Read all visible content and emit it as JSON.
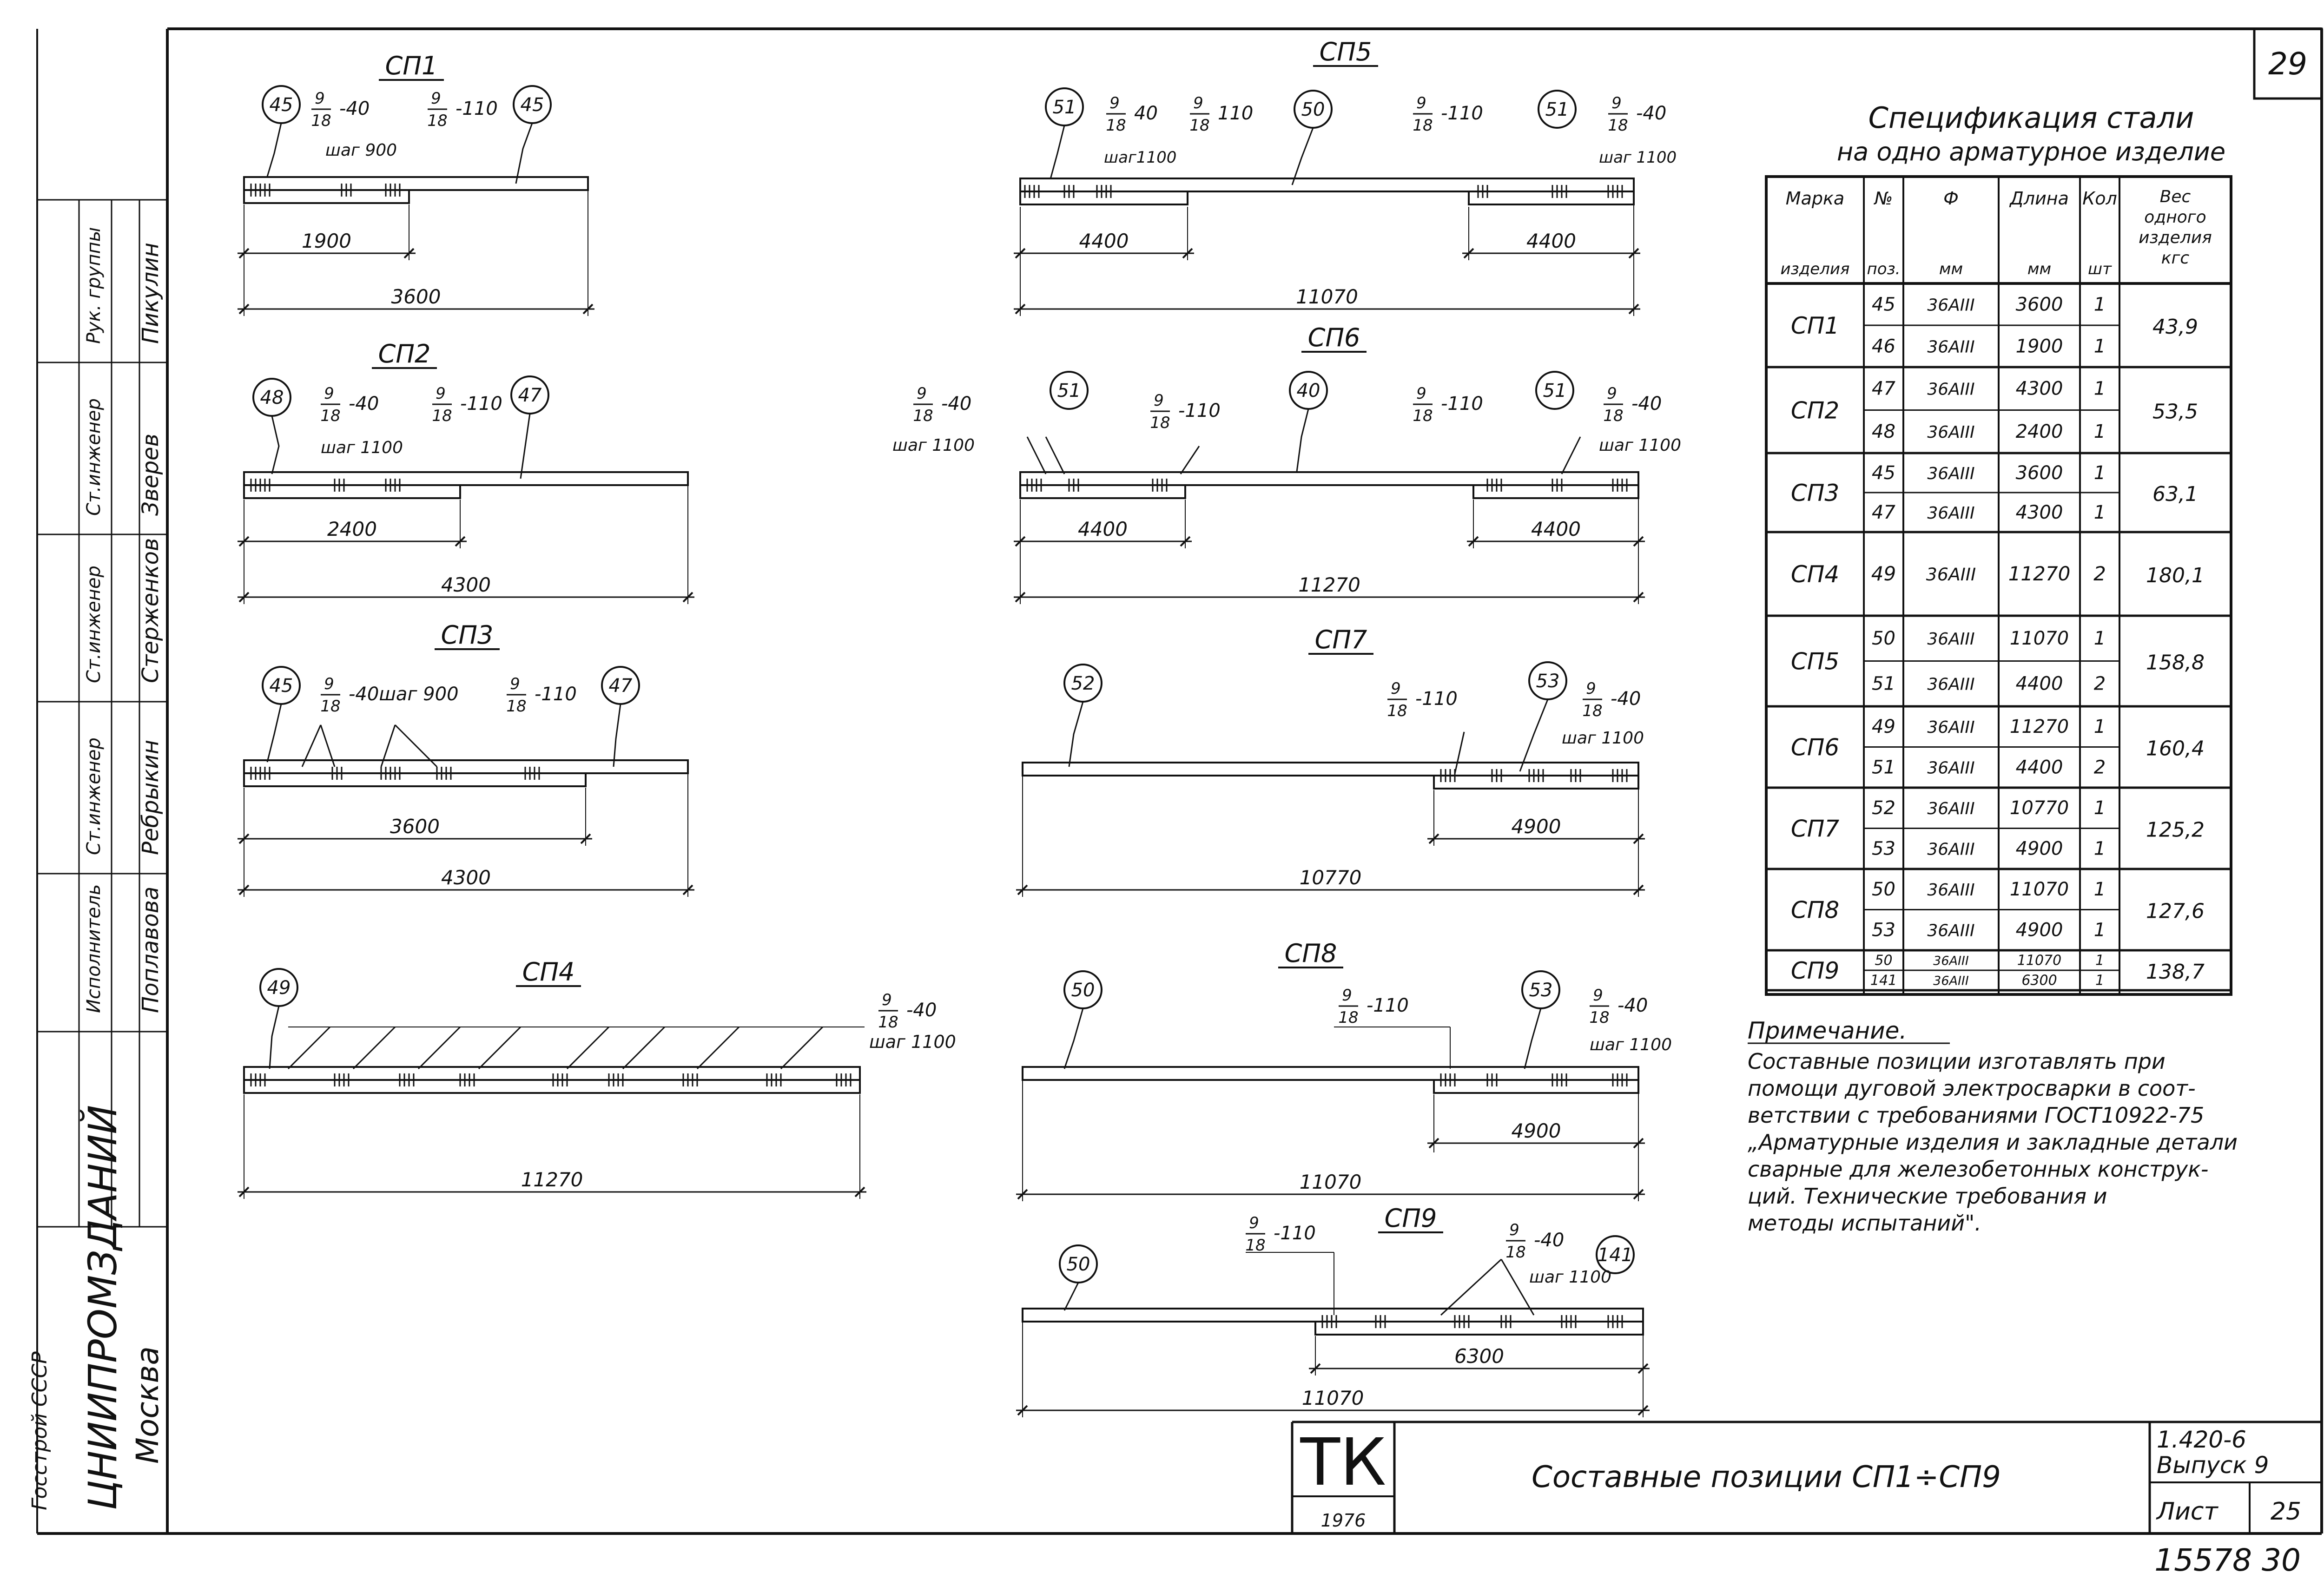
{
  "sheet": {
    "page_number": "29",
    "series": "1.420-6",
    "issue": "Выпуск 9",
    "sheet_label": "Лист",
    "sheet_number": "25",
    "stamp": "ТК",
    "year": "1976",
    "title": "Составные позиции СП1÷СП9",
    "archive_number": "15578 30"
  },
  "left_strip": {
    "org_line1": "ЦНИИПРОМЗДАНИЙ",
    "org_line2": "Москва",
    "roles": [
      "Рук. группы",
      "Ст.инженер",
      "Ст.инженер",
      "Ст.инженер",
      "Исполнитель"
    ],
    "names": [
      "Пикулин",
      "Зверев",
      "Стерженков",
      "Ребрыкин",
      "Поплавова"
    ],
    "ministry": "Госстрой СССР"
  },
  "spec": {
    "title_line1": "Спецификация стали",
    "title_line2": "на одно арматурное изделие",
    "headers": {
      "mark": [
        "Марка",
        "изделия"
      ],
      "pos": [
        "№",
        "поз."
      ],
      "dia": [
        "Ф",
        "мм"
      ],
      "length": [
        "Длина",
        "мм"
      ],
      "qty": [
        "Кол",
        "шт"
      ],
      "weight": [
        "Вес",
        "одного",
        "изделия",
        "кгс"
      ]
    },
    "groups": [
      {
        "mark": "СП1",
        "weight": "43,9",
        "rows": [
          {
            "pos": "45",
            "dia": "36АIII",
            "length": "3600",
            "qty": "1"
          },
          {
            "pos": "46",
            "dia": "36АIII",
            "length": "1900",
            "qty": "1"
          }
        ]
      },
      {
        "mark": "СП2",
        "weight": "53,5",
        "rows": [
          {
            "pos": "47",
            "dia": "36АIII",
            "length": "4300",
            "qty": "1"
          },
          {
            "pos": "48",
            "dia": "36АIII",
            "length": "2400",
            "qty": "1"
          }
        ]
      },
      {
        "mark": "СП3",
        "weight": "63,1",
        "rows": [
          {
            "pos": "45",
            "dia": "36АIII",
            "length": "3600",
            "qty": "1"
          },
          {
            "pos": "47",
            "dia": "36АIII",
            "length": "4300",
            "qty": "1"
          }
        ]
      },
      {
        "mark": "СП4",
        "weight": "180,1",
        "rows": [
          {
            "pos": "49",
            "dia": "36АIII",
            "length": "11270",
            "qty": "2"
          }
        ]
      },
      {
        "mark": "СП5",
        "weight": "158,8",
        "rows": [
          {
            "pos": "50",
            "dia": "36АIII",
            "length": "11070",
            "qty": "1"
          },
          {
            "pos": "51",
            "dia": "36АIII",
            "length": "4400",
            "qty": "2"
          }
        ]
      },
      {
        "mark": "СП6",
        "weight": "160,4",
        "rows": [
          {
            "pos": "49",
            "dia": "36АIII",
            "length": "11270",
            "qty": "1"
          },
          {
            "pos": "51",
            "dia": "36АIII",
            "length": "4400",
            "qty": "2"
          }
        ]
      },
      {
        "mark": "СП7",
        "weight": "125,2",
        "rows": [
          {
            "pos": "52",
            "dia": "36АIII",
            "length": "10770",
            "qty": "1"
          },
          {
            "pos": "53",
            "dia": "36АIII",
            "length": "4900",
            "qty": "1"
          }
        ]
      },
      {
        "mark": "СП8",
        "weight": "127,6",
        "rows": [
          {
            "pos": "50",
            "dia": "36АIII",
            "length": "11070",
            "qty": "1"
          },
          {
            "pos": "53",
            "dia": "36АIII",
            "length": "4900",
            "qty": "1"
          }
        ]
      },
      {
        "mark": "СП9",
        "weight": "138,7",
        "rows": [
          {
            "pos": "50",
            "dia": "36АIII",
            "length": "11070",
            "qty": "1"
          },
          {
            "pos": "141",
            "dia": "36АIII",
            "length": "6300",
            "qty": "1"
          }
        ]
      }
    ]
  },
  "note": {
    "heading": "Примечание.",
    "lines": [
      "Составные позиции изготавлять при",
      "помощи дуговой электросварки в соот-",
      "ветствии с требованиями ГОСТ10922-75",
      "„Арматурные изделия и закладные детали",
      "сварные для железобетонных конструк-",
      "ций. Технические требования и",
      "методы испытаний\"."
    ]
  },
  "weld_label": "9/18",
  "drawings": {
    "sp1": {
      "title": "СП1",
      "pos_left": "45",
      "pos_right": "45",
      "weld_a": "-40",
      "weld_b": "-110",
      "pitch": "шаг 900",
      "dim_short": "1900",
      "dim_total": "3600"
    },
    "sp2": {
      "title": "СП2",
      "pos_left": "48",
      "pos_right": "47",
      "weld_a": "-40",
      "weld_b": "-110",
      "pitch": "шаг 1100",
      "dim_short": "2400",
      "dim_total": "4300"
    },
    "sp3": {
      "title": "СП3",
      "pos_left": "45",
      "pos_right": "47",
      "weld_a": "-40",
      "weld_b": "-110",
      "pitch": "шаг 900",
      "dim_short": "3600",
      "dim_total": "4300"
    },
    "sp4": {
      "title": "СП4",
      "pos_left": "49",
      "weld_a": "-40",
      "pitch": "шаг 1100",
      "dim_total": "11270"
    },
    "sp5": {
      "title": "СП5",
      "pos_left": "51",
      "pos_mid": "50",
      "pos_right": "51",
      "weld_a": "40",
      "weld_b": "110",
      "weld_c": "-110",
      "weld_d": "-40",
      "pitch_left": "шаг1100",
      "pitch_right": "шаг 1100",
      "dim_left": "4400",
      "dim_right": "4400",
      "dim_total": "11070"
    },
    "sp6": {
      "title": "СП6",
      "pos_left": "51",
      "pos_mid": "40",
      "pos_right": "51",
      "weld_a": "-40",
      "weld_b": "-110",
      "weld_c": "-110",
      "weld_d": "-40",
      "pitch_left": "шаг 1100",
      "pitch_right": "шаг 1100",
      "dim_left": "4400",
      "dim_right": "4400",
      "dim_total": "11270"
    },
    "sp7": {
      "title": "СП7",
      "pos_left": "52",
      "pos_right": "53",
      "weld_a": "-110",
      "weld_b": "-40",
      "pitch": "шаг 1100",
      "dim_short": "4900",
      "dim_total": "10770"
    },
    "sp8": {
      "title": "СП8",
      "pos_left": "50",
      "pos_right": "53",
      "weld_a": "-110",
      "weld_b": "-40",
      "pitch": "шаг 1100",
      "dim_short": "4900",
      "dim_total": "11070"
    },
    "sp9": {
      "title": "СП9",
      "pos_left": "50",
      "pos_right": "141",
      "weld_a": "-110",
      "weld_b": "-40",
      "pitch": "шаг 1100",
      "dim_short": "6300",
      "dim_total": "11070"
    }
  }
}
